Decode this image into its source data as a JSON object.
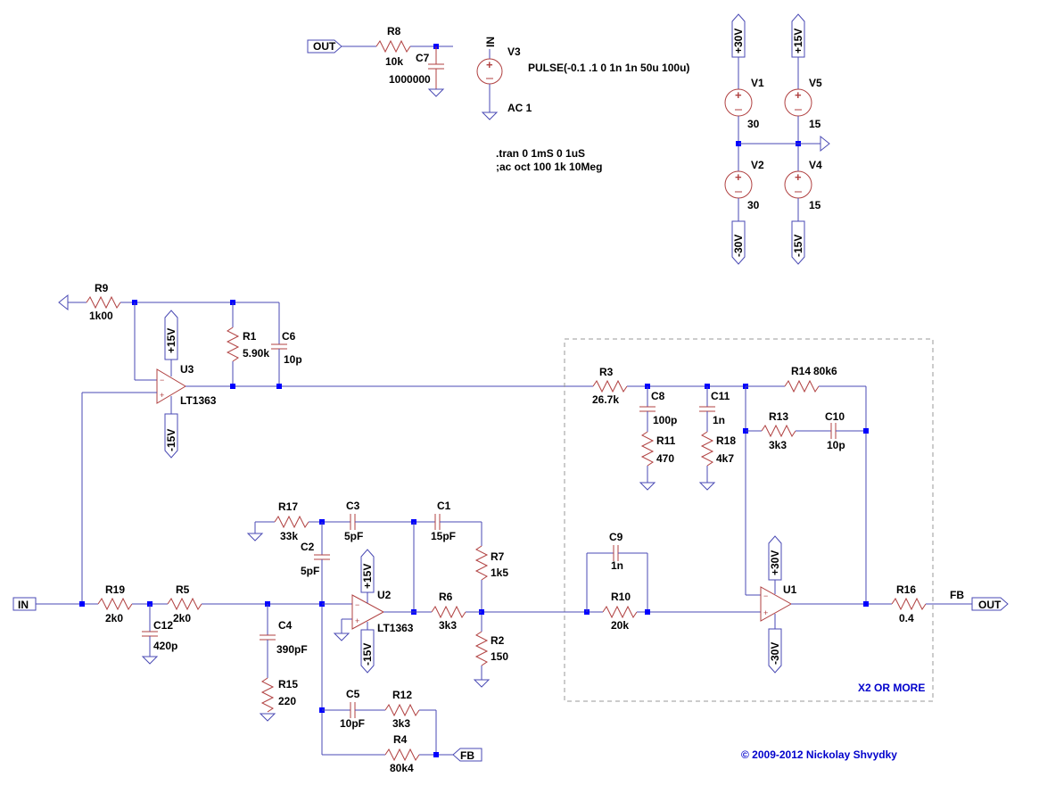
{
  "flags": {
    "out_top": "OUT",
    "in_left": "IN",
    "fb_bottom": "FB",
    "out_right": "OUT",
    "in_v3": "IN",
    "fb_net": "FB",
    "p15_u3": "+15V",
    "m15_u3": "-15V",
    "p15_u2": "+15V",
    "m15_u2": "-15V",
    "p30_u1": "+30V",
    "m30_u1": "-30V",
    "p30_v": "+30V",
    "m30_v": "-30V",
    "p15_v": "+15V",
    "m15_v": "-15V"
  },
  "components": {
    "R8": {
      "name": "R8",
      "value": "10k"
    },
    "C7": {
      "name": "C7",
      "value": "1000000"
    },
    "V3": {
      "name": "V3",
      "value": "PULSE(-0.1 .1 0 1n 1n 50u 100u)",
      "ac": "AC 1"
    },
    "V1": {
      "name": "V1",
      "value": "30"
    },
    "V2": {
      "name": "V2",
      "value": "30"
    },
    "V5": {
      "name": "V5",
      "value": "15"
    },
    "V4": {
      "name": "V4",
      "value": "15"
    },
    "R9": {
      "name": "R9",
      "value": "1k00"
    },
    "R1": {
      "name": "R1",
      "value": "5.90k"
    },
    "C6": {
      "name": "C6",
      "value": "10p"
    },
    "U3": {
      "name": "U3",
      "value": "LT1363"
    },
    "R3": {
      "name": "R3",
      "value": "26.7k"
    },
    "C8": {
      "name": "C8",
      "value": "100p"
    },
    "R11": {
      "name": "R11",
      "value": "470"
    },
    "C11": {
      "name": "C11",
      "value": "1n"
    },
    "R18": {
      "name": "R18",
      "value": "4k7"
    },
    "R14": {
      "name": "R14",
      "value": "80k6"
    },
    "R13": {
      "name": "R13",
      "value": "3k3"
    },
    "C10": {
      "name": "C10",
      "value": "10p"
    },
    "R17": {
      "name": "R17",
      "value": "33k"
    },
    "C3": {
      "name": "C3",
      "value": "5pF"
    },
    "C1": {
      "name": "C1",
      "value": "15pF"
    },
    "C2": {
      "name": "C2",
      "value": "5pF"
    },
    "R7": {
      "name": "R7",
      "value": "1k5"
    },
    "U2": {
      "name": "U2",
      "value": "LT1363"
    },
    "R6": {
      "name": "R6",
      "value": "3k3"
    },
    "R2": {
      "name": "R2",
      "value": "150"
    },
    "C9": {
      "name": "C9",
      "value": "1n"
    },
    "R10": {
      "name": "R10",
      "value": "20k"
    },
    "U1": {
      "name": "U1"
    },
    "R16": {
      "name": "R16",
      "value": "0.4"
    },
    "R19": {
      "name": "R19",
      "value": "2k0"
    },
    "C12": {
      "name": "C12",
      "value": "420p"
    },
    "R5": {
      "name": "R5",
      "value": "2k0"
    },
    "C4": {
      "name": "C4",
      "value": "390pF"
    },
    "R15": {
      "name": "R15",
      "value": "220"
    },
    "C5": {
      "name": "C5",
      "value": "10pF"
    },
    "R12": {
      "name": "R12",
      "value": "3k3"
    },
    "R4": {
      "name": "R4",
      "value": "80k4"
    }
  },
  "directives": [
    ".tran 0 1mS 0 1uS",
    ";ac oct 100 1k 10Meg"
  ],
  "notes": {
    "box_label": "X2 OR MORE",
    "copyright": "© 2009-2012 Nickolay Shvydky"
  }
}
